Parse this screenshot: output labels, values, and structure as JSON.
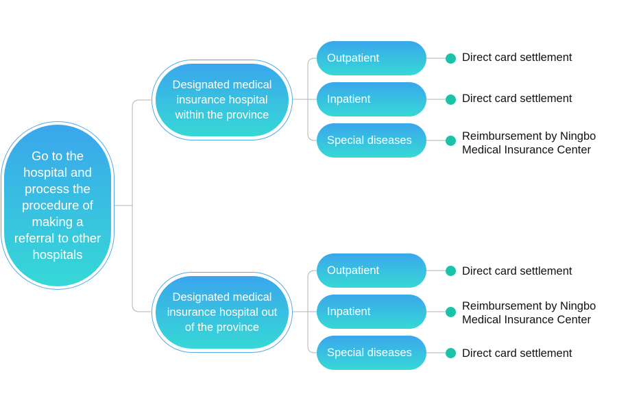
{
  "root": {
    "label": "Go to the hospital and process the procedure of making a referral to other hospitals"
  },
  "branches": [
    {
      "label": "Designated medical insurance hospital within the province",
      "leaves": [
        {
          "label": "Outpatient",
          "result": "Direct card settlement"
        },
        {
          "label": "Inpatient",
          "result": "Direct card settlement"
        },
        {
          "label": "Special diseases",
          "result": "Reimbursement by Ningbo\nMedical Insurance Center"
        }
      ]
    },
    {
      "label": "Designated medical insurance hospital out of the province",
      "leaves": [
        {
          "label": "Outpatient",
          "result": "Direct card settlement"
        },
        {
          "label": "Inpatient",
          "result": "Reimbursement by Ningbo\nMedical Insurance Center"
        },
        {
          "label": "Special diseases",
          "result": "Direct card settlement"
        }
      ]
    }
  ],
  "colors": {
    "node_gradient_top": "#3aa6ec",
    "node_gradient_bottom": "#36d8d6",
    "outline": "#52a8e6",
    "connector": "#b3b3b3",
    "bullet": "#1cc2a8"
  }
}
